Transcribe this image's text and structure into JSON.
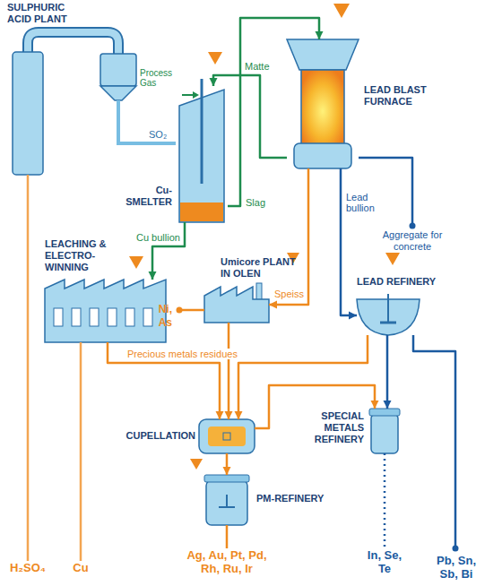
{
  "diagram": {
    "nodes": [
      {
        "text": [
          "SULPHURIC ACID PLANT"
        ]
      },
      {
        "text": [
          "Cu-SMELTER"
        ]
      },
      {
        "text": [
          "LEAD BLAST FURNACE"
        ]
      },
      {
        "text": [
          "LEACHING & ELECTRO-WINNING"
        ]
      },
      {
        "text": [
          "Umicore PLANT IN OLEN"
        ]
      },
      {
        "text": [
          "LEAD REFINERY"
        ]
      },
      {
        "text": [
          "CUPELLATION"
        ]
      },
      {
        "text": [
          "SPECIAL METALS REFINERY"
        ]
      },
      {
        "text": [
          "PM-REFINERY"
        ]
      },
      {
        "text": [
          "H₂SO₄"
        ]
      },
      {
        "text": [
          "Cu"
        ]
      },
      {
        "text": [
          "Ag, Au, Pt, Pd, Rh, Ru, Ir"
        ]
      },
      {
        "text": [
          "In, Se, Te"
        ]
      },
      {
        "text": [
          "Pb, Sn, Sb, Bi"
        ]
      },
      {
        "text": [
          "Ni, As"
        ]
      },
      {
        "text": [
          "Aggregate for concrete"
        ]
      }
    ],
    "edges": [
      {
        "from": 1,
        "to": 0,
        "label": "SO₂",
        "arrow": "none"
      },
      {
        "from": 1,
        "to": 2,
        "label": "Slag",
        "arrow": "to"
      },
      {
        "from": 2,
        "to": 1,
        "label": "Matte",
        "arrow": "to"
      },
      {
        "from": 1,
        "to": 3,
        "label": "Cu bullion",
        "arrow": "to"
      },
      {
        "from": 2,
        "to": 5,
        "label": "Lead bullion",
        "arrow": "to"
      },
      {
        "from": 2,
        "to": 15,
        "arrow": "none"
      },
      {
        "from": 2,
        "to": 4,
        "label": "Speiss",
        "arrow": "to"
      },
      {
        "from": 4,
        "to": 14,
        "arrow": "none"
      },
      {
        "from": 3,
        "to": 6,
        "label": "Precious metals residues",
        "arrow": "to"
      },
      {
        "from": 4,
        "to": 6,
        "arrow": "to"
      },
      {
        "from": 5,
        "to": 6,
        "arrow": "to"
      },
      {
        "from": 5,
        "to": 7,
        "arrow": "to"
      },
      {
        "from": 6,
        "to": 7,
        "arrow": "to"
      },
      {
        "from": 6,
        "to": 8,
        "arrow": "to"
      },
      {
        "from": 0,
        "to": 9,
        "arrow": "none"
      },
      {
        "from": 3,
        "to": 10,
        "arrow": "none"
      },
      {
        "from": 8,
        "to": 11,
        "arrow": "none"
      },
      {
        "from": 7,
        "to": 12,
        "arrow": "none"
      },
      {
        "from": 5,
        "to": 13,
        "arrow": "none"
      }
    ],
    "labels": [
      "Process Gas"
    ]
  }
}
